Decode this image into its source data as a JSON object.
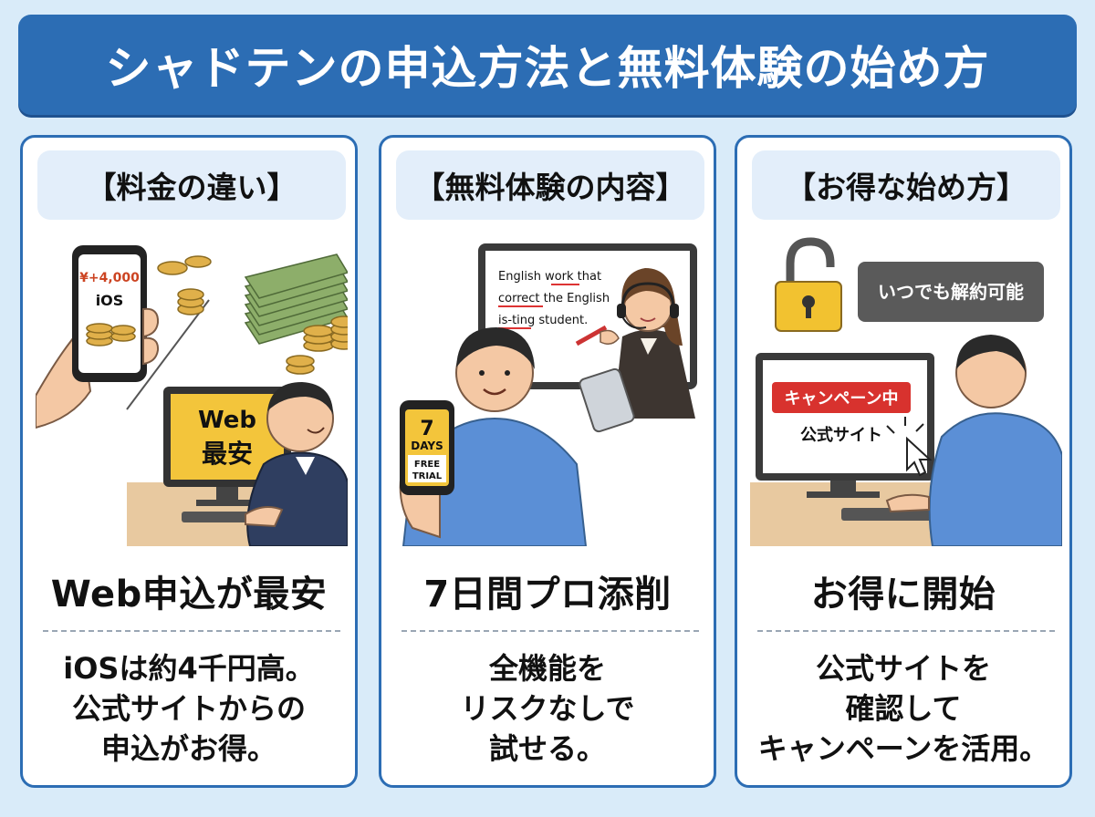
{
  "title": "シャドテンの申込方法と無料体験の始め方",
  "cards": [
    {
      "header": "【料金の違い】",
      "illustration": {
        "phone_price": "¥+4,000",
        "phone_label": "iOS",
        "monitor_line1": "Web",
        "monitor_line2": "最安"
      },
      "headline": "Web申込が最安",
      "body": [
        "iOSは約4千円高。",
        "公式サイトからの",
        "申込がお得。"
      ]
    },
    {
      "header": "【無料体験の内容】",
      "illustration": {
        "board_line1": "English work that",
        "board_line2": "correct the English",
        "board_line3": "is-ting student.",
        "phone_line1": "7",
        "phone_line2": "DAYS",
        "phone_line3": "FREE",
        "phone_line4": "TRIAL"
      },
      "headline": "7日間プロ添削",
      "body": [
        "全機能を",
        "リスクなしで",
        "試せる。"
      ]
    },
    {
      "header": "【お得な始め方】",
      "illustration": {
        "cancel_badge": "いつでも解約可能",
        "campaign_badge": "キャンペーン中",
        "site_label": "公式サイト"
      },
      "headline": "お得に開始",
      "body": [
        "公式サイトを",
        "確認して",
        "キャンペーンを活用。"
      ]
    }
  ],
  "colors": {
    "background": "#d9ebf9",
    "title_bar": "#2c6db4",
    "card_border": "#2c6db4",
    "header_bg": "#e3eefa",
    "campaign_red": "#d8322e",
    "lock_yellow": "#f2c230"
  }
}
